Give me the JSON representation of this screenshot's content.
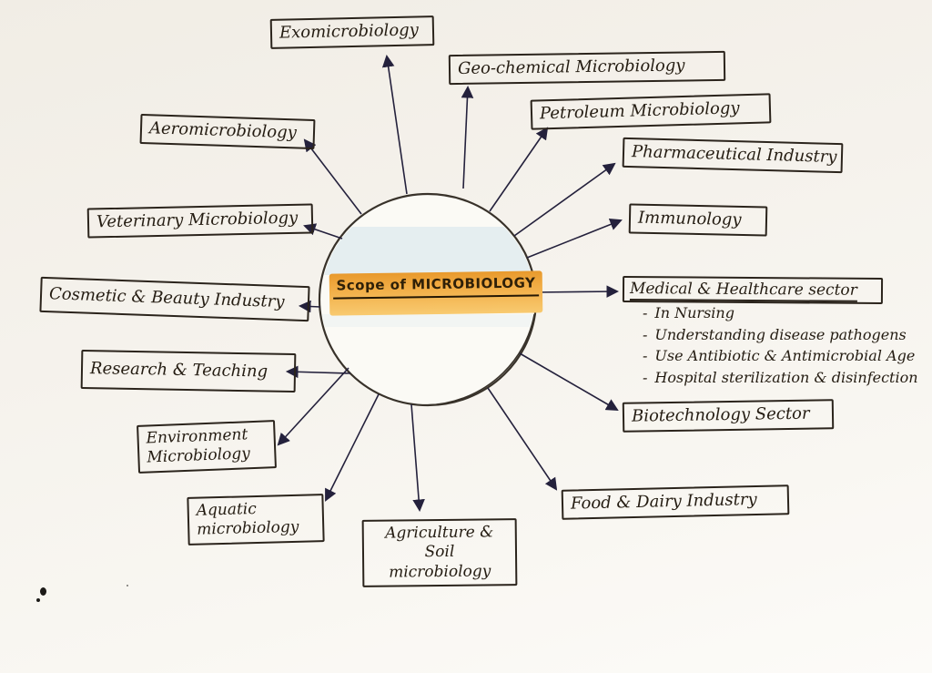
{
  "center": {
    "label": "Scope of MICROBIOLOGY"
  },
  "branches": [
    {
      "id": "exomicrobiology",
      "label": "Exomicrobiology"
    },
    {
      "id": "geo-chemical-microbiology",
      "label": "Geo-chemical Microbiology"
    },
    {
      "id": "petroleum-microbiology",
      "label": "Petroleum Microbiology"
    },
    {
      "id": "pharmaceutical-industry",
      "label": "Pharmaceutical Industry"
    },
    {
      "id": "immunology",
      "label": "Immunology"
    },
    {
      "id": "medical-healthcare-sector",
      "label": "Medical & Healthcare sector",
      "bullet": "-",
      "items": [
        "In Nursing",
        "Understanding disease pathogens",
        "Use Antibiotic & Antimicrobial Age",
        "Hospital sterilization & disinfection"
      ]
    },
    {
      "id": "biotechnology-sector",
      "label": "Biotechnology Sector"
    },
    {
      "id": "food-dairy-industry",
      "label": "Food & Dairy Industry"
    },
    {
      "id": "agriculture-soil-microbiology",
      "label": "Agriculture & Soil microbiology"
    },
    {
      "id": "aquatic-microbiology",
      "label": "Aquatic microbiology"
    },
    {
      "id": "environment-microbiology",
      "label": "Environment Microbiology"
    },
    {
      "id": "research-teaching",
      "label": "Research & Teaching"
    },
    {
      "id": "cosmetic-beauty-industry",
      "label": "Cosmetic & Beauty Industry"
    },
    {
      "id": "veterinary-microbiology",
      "label": "Veterinary Microbiology"
    },
    {
      "id": "aeromicrobiology",
      "label": "Aeromicrobiology"
    }
  ],
  "colors": {
    "ink": "#241c12",
    "arrow": "#24213c",
    "highlight_top": "#e8992c",
    "highlight_bottom": "#f8ca70",
    "circle_tint": "#dfeaee",
    "paper": "#f5f2ec"
  }
}
